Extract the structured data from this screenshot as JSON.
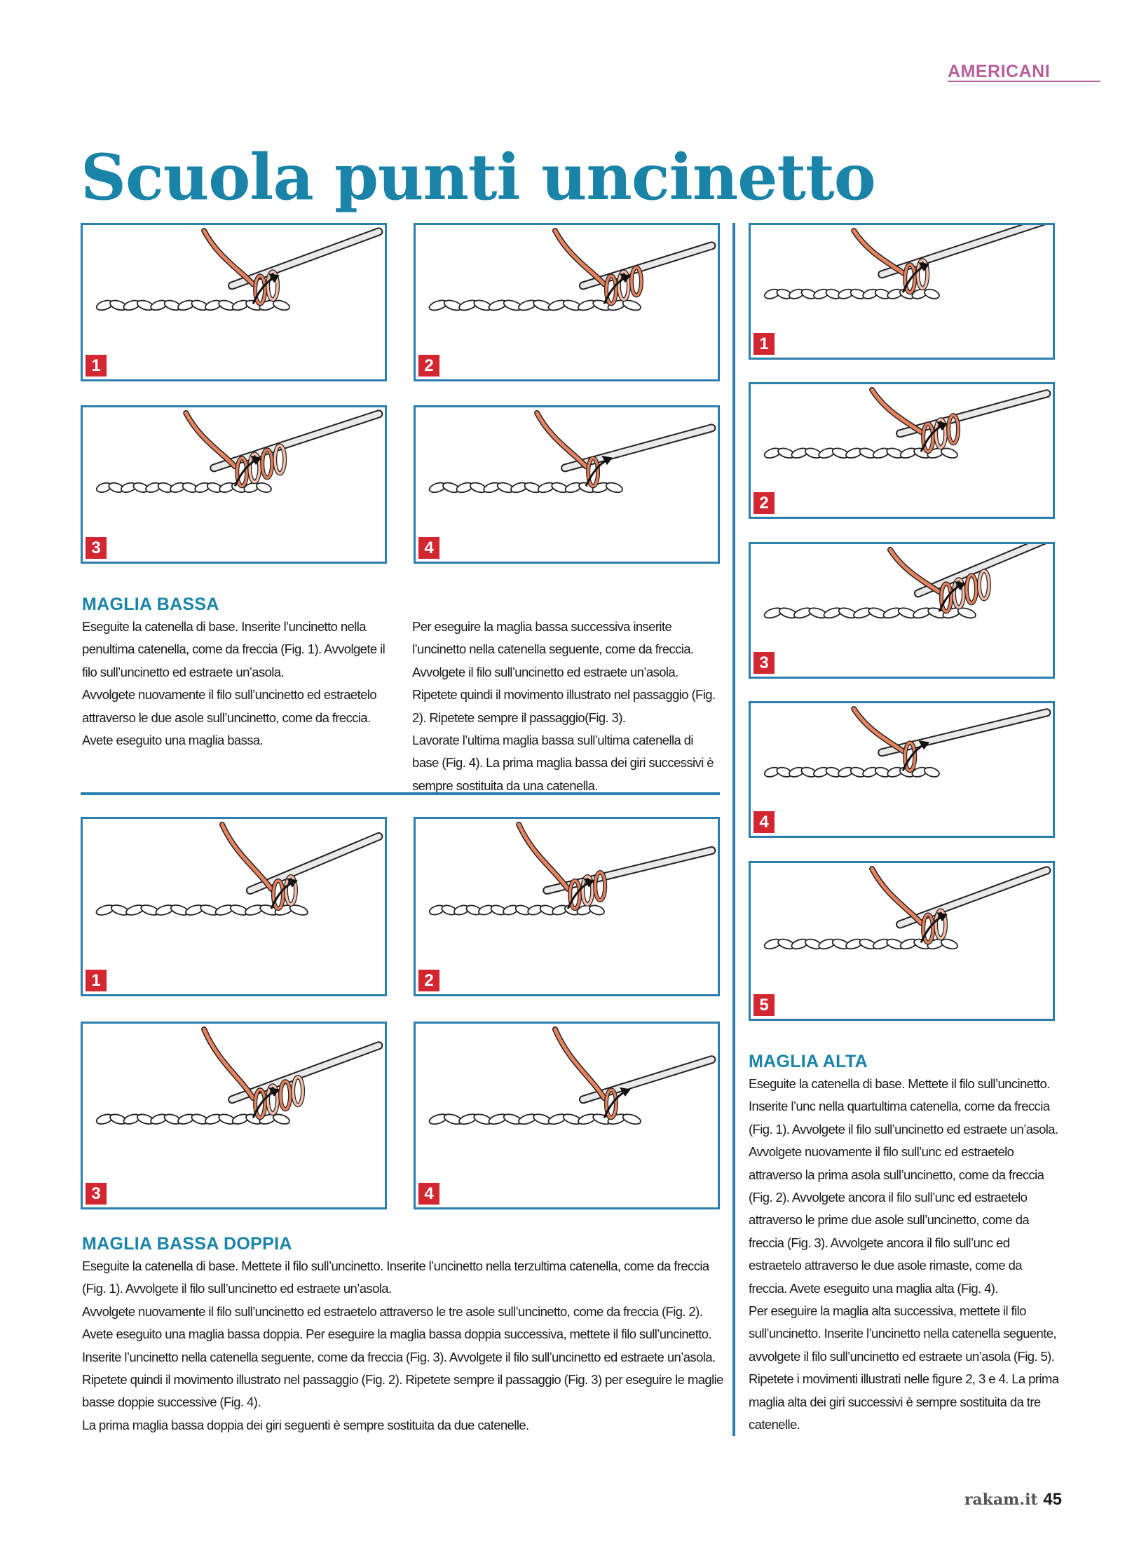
{
  "header": {
    "section_tag": "AMERICANI",
    "title": "Scuola punti uncinetto"
  },
  "maglia_bassa": {
    "heading": "MAGLIA BASSA",
    "figures": [
      "1",
      "2",
      "3",
      "4"
    ],
    "paragraphs": [
      "Eseguite la catenella di base. Inserite l’uncinetto nella penultima catenella, come da freccia (Fig. 1). Avvolgete il filo sull’uncinetto ed estraete un’asola.",
      "Avvolgete nuovamente il filo sull’uncinetto ed estraetelo attraverso le due asole sull’uncinetto, come da freccia. Avete eseguito una maglia bassa.",
      "Per eseguire la  maglia bassa successiva inserite l’uncinetto nella catenella seguente, come da freccia. Avvolgete il filo sull’uncinetto ed estraete un’asola. Ripetete quindi il movimento illustrato nel passaggio (Fig. 2). Ripetete sempre il passaggio(Fig. 3).",
      " Lavorate l’ultima maglia bassa sull’ultima catenella di base (Fig. 4). La prima maglia bassa dei giri successivi è sempre sostituita da una catenella."
    ]
  },
  "maglia_bassa_doppia": {
    "heading": "MAGLIA BASSA DOPPIA",
    "figures": [
      "1",
      "2",
      "3",
      "4"
    ],
    "paragraphs": [
      "Eseguite la catenella di base. Mettete il filo sull’uncinetto. Inserite l’uncinetto nella terzultima catenella, come da freccia (Fig. 1). Avvolgete il filo sull’uncinetto ed estraete un’asola.",
      "Avvolgete nuovamente il filo sull’uncinetto ed estraetelo attraverso le tre asole sull’uncinetto, come da freccia (Fig. 2). Avete eseguito una maglia bassa doppia. Per eseguire la maglia bassa doppia successiva, mettete il filo sull’uncinetto. Inserite l’uncinetto nella catenella seguente, come da freccia (Fig. 3). Avvolgete il filo sull’uncinetto ed estraete un’asola. Ripetete quindi il movimento illustrato nel passaggio (Fig. 2). Ripetete sempre il passaggio (Fig. 3) per eseguire le maglie basse doppie successive (Fig. 4).",
      "La prima maglia bassa doppia dei giri seguenti è sempre sostituita da due catenelle."
    ]
  },
  "maglia_alta": {
    "heading": "MAGLIA ALTA",
    "figures": [
      "1",
      "2",
      "3",
      "4",
      "5"
    ],
    "paragraphs": [
      "Eseguite la catenella di base. Mettete il filo sull’uncinetto. Inserite l’unc nella quartultima catenella, come da freccia (Fig. 1). Avvolgete il filo sull’uncinetto ed estraete un’asola. Avvolgete nuovamente il filo sull’unc ed estraetelo attraverso la prima asola sull’uncinetto, come da freccia (Fig. 2). Avvolgete ancora il filo sull’unc ed estraetelo attraverso le prime due asole sull’uncinetto, come da freccia (Fig. 3). Avvolgete ancora il filo sull’unc ed estraetelo attraverso le due asole rimaste, come da freccia. Avete eseguito una maglia alta (Fig. 4).",
      "Per eseguire la maglia alta successiva, mettete il filo sull’uncinetto. Inserite l’uncinetto nella catenella seguente, avvolgete il filo sull’uncinetto ed estraete un’asola (Fig. 5). Ripetete i movimenti illustrati nelle figure 2, 3 e 4. La prima maglia alta dei giri successivi è sempre sostituita da tre catenelle."
    ]
  },
  "footer": {
    "site": "rakam.it",
    "page": "45"
  },
  "colors": {
    "accent_blue": "#1a83a8",
    "frame_blue": "#2b7fae",
    "number_red": "#d22630",
    "tag_pink": "#b5609a",
    "yarn_orange": "#e8825f"
  }
}
